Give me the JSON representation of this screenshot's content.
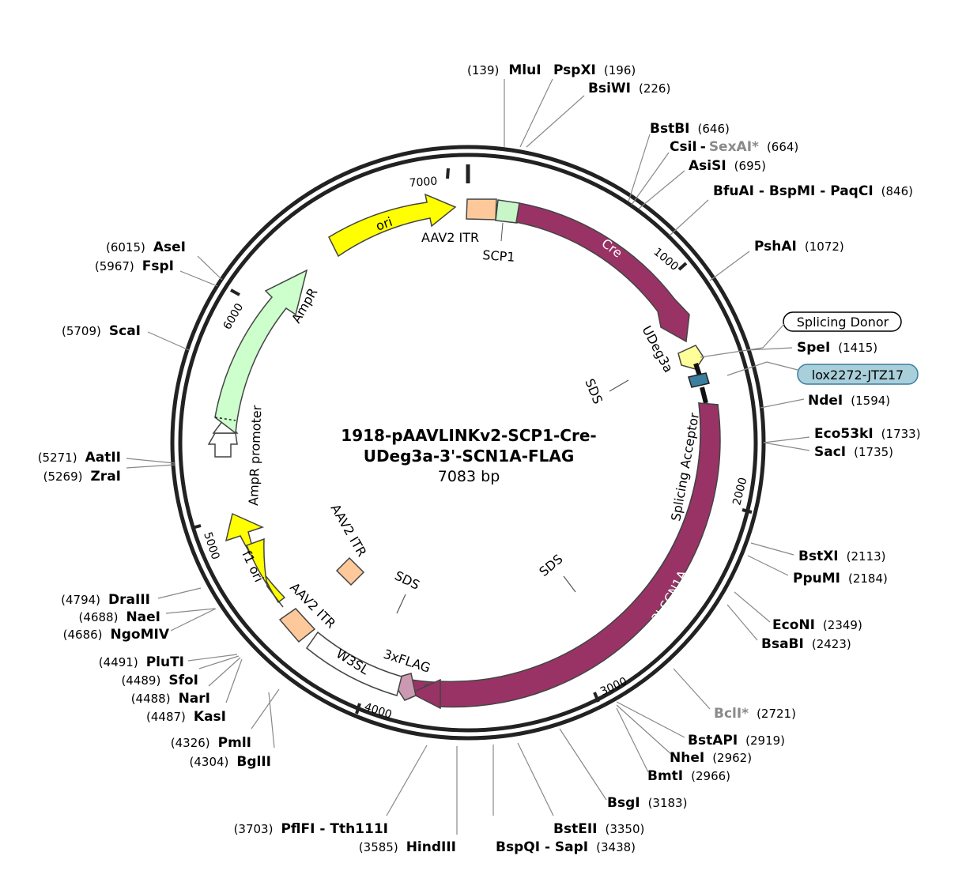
{
  "title": {
    "name_line1": "1918-pAAVLINKv2-SCP1-Cre-",
    "name_line2": "UDeg3a-3'-SCN1A-FLAG",
    "length": "7083 bp"
  },
  "plasmid_length": 7083,
  "ticks": [
    {
      "pos": 1000,
      "label": "1000"
    },
    {
      "pos": 2000,
      "label": "2000"
    },
    {
      "pos": 3000,
      "label": "3000"
    },
    {
      "pos": 4000,
      "label": "4000"
    },
    {
      "pos": 5000,
      "label": "5000"
    },
    {
      "pos": 6000,
      "label": "6000"
    },
    {
      "pos": 7000,
      "label": "7000"
    }
  ],
  "features": [
    {
      "id": "aav2-itr-right",
      "label": "AAV2 ITR",
      "shape": "box",
      "color": "#FDC99A"
    },
    {
      "id": "scp1",
      "label": "SCP1",
      "shape": "box",
      "color": "#C9F6C9"
    },
    {
      "id": "cre",
      "label": "Cre",
      "shape": "arrow",
      "color": "#993366"
    },
    {
      "id": "udeg3a",
      "label": "UDeg3a",
      "shape": "arrow",
      "color": "#FFFF99"
    },
    {
      "id": "lox2272",
      "label": "lox2272-JTZ17",
      "shape": "box",
      "color": "#3A7FA0"
    },
    {
      "id": "scn1a",
      "label": "3' SCN1A",
      "shape": "arrow",
      "color": "#993366"
    },
    {
      "id": "splicing-acceptor",
      "label": "Splicing Acceptor",
      "shape": "label"
    },
    {
      "id": "flag",
      "label": "3xFLAG",
      "shape": "arrow",
      "color": "#CC99B2"
    },
    {
      "id": "w3sl",
      "label": "W3SL",
      "shape": "box",
      "color": "#FFFFFF"
    },
    {
      "id": "aav2-itr-left",
      "label": "AAV2 ITR",
      "shape": "box",
      "color": "#FDC99A"
    },
    {
      "id": "f1-ori",
      "label": "f1 ori",
      "shape": "arrow",
      "color": "#FFFF00"
    },
    {
      "id": "ampr-promoter",
      "label": "AmpR promoter",
      "shape": "arrow",
      "color": "#FFFFFF"
    },
    {
      "id": "ampr",
      "label": "AmpR",
      "shape": "arrow",
      "color": "#CCFFCC"
    },
    {
      "id": "ori",
      "label": "ori",
      "shape": "arrow",
      "color": "#FFFF00"
    }
  ],
  "inner_labels": {
    "sds": "SDS",
    "aav2_itr": "AAV2 ITR"
  },
  "splicing_donor": "Splicing Donor",
  "sites": [
    {
      "name": "MluI",
      "pos": "(139)"
    },
    {
      "name": "PspXI",
      "pos": "(196)"
    },
    {
      "name": "BsiWI",
      "pos": "(226)"
    },
    {
      "name": "BstBI",
      "pos": "(646)"
    },
    {
      "name": "CsiI",
      "pos": ""
    },
    {
      "name": "SexAI*",
      "pos": "(664)"
    },
    {
      "name": "AsiSI",
      "pos": "(695)"
    },
    {
      "name": "BfuAI - BspMI - PaqCI",
      "pos": "(846)"
    },
    {
      "name": "PshAI",
      "pos": "(1072)"
    },
    {
      "name": "SpeI",
      "pos": "(1415)"
    },
    {
      "name": "NdeI",
      "pos": "(1594)"
    },
    {
      "name": "Eco53kI",
      "pos": "(1733)"
    },
    {
      "name": "SacI",
      "pos": "(1735)"
    },
    {
      "name": "BstXI",
      "pos": "(2113)"
    },
    {
      "name": "PpuMI",
      "pos": "(2184)"
    },
    {
      "name": "EcoNI",
      "pos": "(2349)"
    },
    {
      "name": "BsaBI",
      "pos": "(2423)"
    },
    {
      "name": "BclI*",
      "pos": "(2721)"
    },
    {
      "name": "BstAPI",
      "pos": "(2919)"
    },
    {
      "name": "NheI",
      "pos": "(2962)"
    },
    {
      "name": "BmtI",
      "pos": "(2966)"
    },
    {
      "name": "BsgI",
      "pos": "(3183)"
    },
    {
      "name": "BstEII",
      "pos": "(3350)"
    },
    {
      "name": "BspQI - SapI",
      "pos": "(3438)"
    },
    {
      "name": "HindIII",
      "pos": "(3585)"
    },
    {
      "name": "PflFI - Tth111I",
      "pos": "(3703)"
    },
    {
      "name": "BglII",
      "pos": "(4304)"
    },
    {
      "name": "PmlI",
      "pos": "(4326)"
    },
    {
      "name": "KasI",
      "pos": "(4487)"
    },
    {
      "name": "NarI",
      "pos": "(4488)"
    },
    {
      "name": "SfoI",
      "pos": "(4489)"
    },
    {
      "name": "PluTI",
      "pos": "(4491)"
    },
    {
      "name": "NgoMIV",
      "pos": "(4686)"
    },
    {
      "name": "NaeI",
      "pos": "(4688)"
    },
    {
      "name": "DraIII",
      "pos": "(4794)"
    },
    {
      "name": "ZraI",
      "pos": "(5269)"
    },
    {
      "name": "AatII",
      "pos": "(5271)"
    },
    {
      "name": "ScaI",
      "pos": "(5709)"
    },
    {
      "name": "FspI",
      "pos": "(5967)"
    },
    {
      "name": "AseI",
      "pos": "(6015)"
    }
  ]
}
